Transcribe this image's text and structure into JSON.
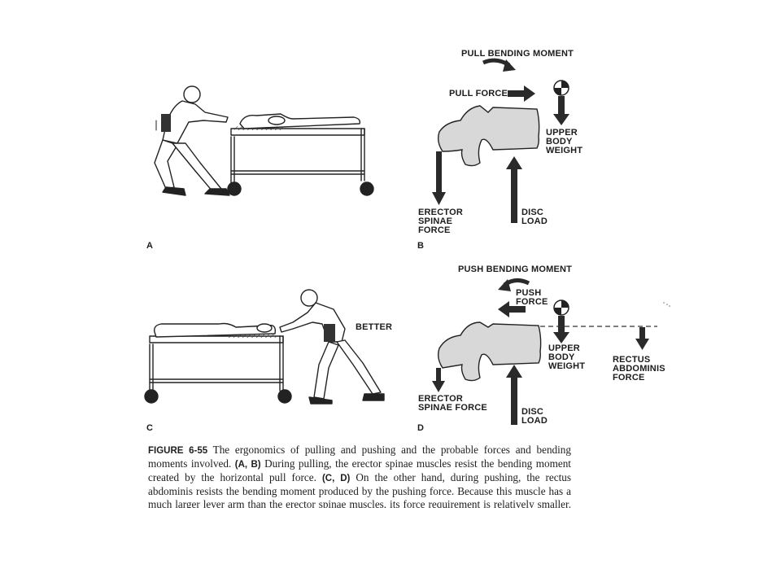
{
  "panels": {
    "A": {
      "letter": "A"
    },
    "B": {
      "letter": "B",
      "pull_bending_moment": "PULL BENDING MOMENT",
      "pull_force": "PULL FORCE",
      "upper_body_weight": "UPPER\nBODY\nWEIGHT",
      "erector_spinae_force": "ERECTOR\nSPINAE\nFORCE",
      "disc_load": "DISC\nLOAD"
    },
    "C": {
      "letter": "C",
      "better": "BETTER"
    },
    "D": {
      "letter": "D",
      "push_bending_moment": "PUSH BENDING MOMENT",
      "push_force": "PUSH\nFORCE",
      "upper_body_weight": "UPPER\nBODY\nWEIGHT",
      "rectus_abdominis_force": "RECTUS\nABDOMINIS\nFORCE",
      "erector_spinae_force": "ERECTOR\nSPINAE FORCE",
      "disc_load": "DISC\nLOAD"
    }
  },
  "caption": {
    "figure_label": "FIGURE 6-55",
    "text_1": " The ergonomics of pulling and pushing and the probable forces and bending moments involved. ",
    "ref_ab": "(A, B)",
    "text_2": " During pulling, the erector spinae muscles resist the bending moment created by the horizontal pull force. ",
    "ref_cd": "(C, D)",
    "text_3": " On the other hand, during pushing, the rectus abdominis resists the bending moment produced by the pushing force. Because this muscle has a much larger lever arm than the erector spinae muscles, its force requirement is relatively smaller. Therefore, the load on the disc is smaller during pushing than during pulling."
  },
  "colors": {
    "ink": "#1c1c1c",
    "vertebra_fill": "#d8d8d8",
    "arrow": "#2a2a2a"
  }
}
